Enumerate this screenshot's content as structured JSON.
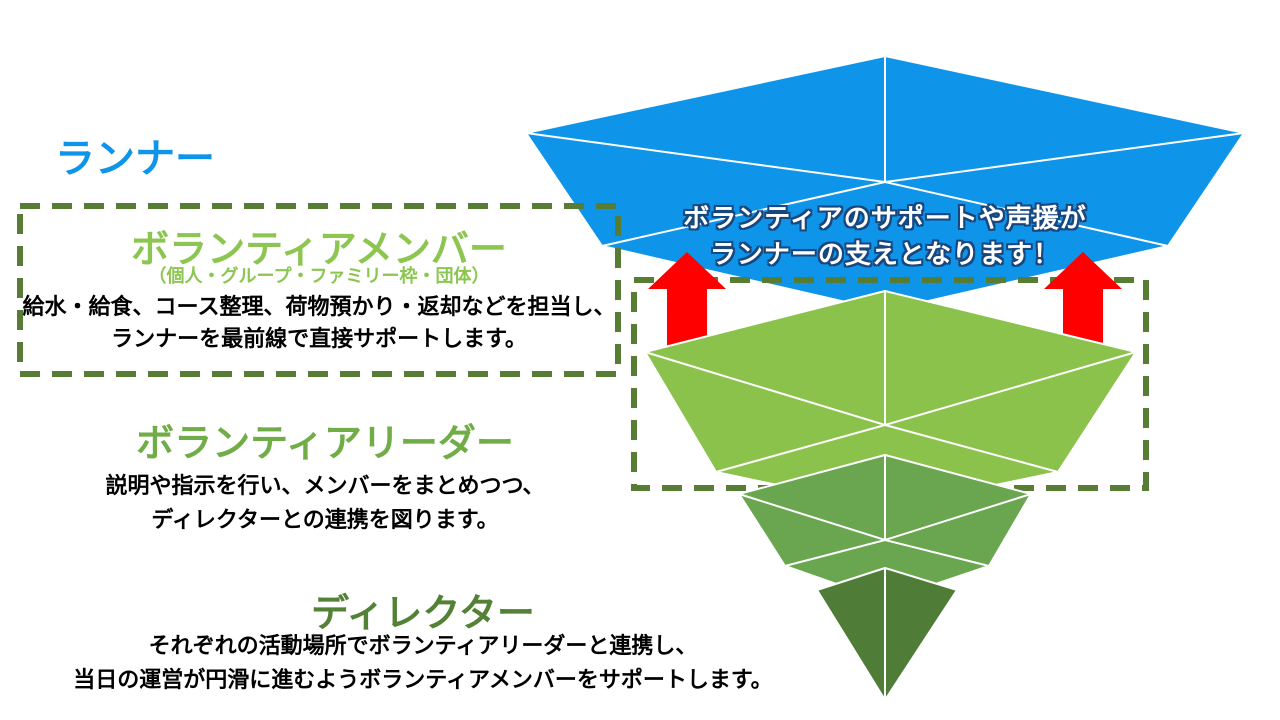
{
  "slide": {
    "labels": {
      "runner": "ランナー",
      "member_title": "ボランティアメンバー",
      "member_subtitle": "（個人・グループ・ファミリー枠・団体）",
      "member_desc1": "給水・給食、コース整理、荷物預かり・返却などを担当し、",
      "member_desc2": "ランナーを最前線で直接サポートします。",
      "leader_title": "ボランティアリーダー",
      "leader_desc1": "説明や指示を行い、メンバーをまとめつつ、",
      "leader_desc2": "ディレクターとの連携を図ります。",
      "director_title": "ディレクター",
      "director_desc1": "それぞれの活動場所でボランティアリーダーと連携し、",
      "director_desc2": "当日の運営が円滑に進むようボランティアメンバーをサポートします。",
      "caption_line1": "ボランティアのサポートや声援が",
      "caption_line2": "ランナーの支えとなります！"
    },
    "funnel_layers": [
      {
        "id": "runners",
        "label": "ランナー"
      },
      {
        "id": "members",
        "label": "ボランティアメンバー"
      },
      {
        "id": "leaders",
        "label": "ボランティアリーダー"
      },
      {
        "id": "directors",
        "label": "ディレクター"
      }
    ],
    "colors": {
      "blue": "#0e94e8",
      "light_green": "#8bc24b",
      "mid_green": "#6aa550",
      "dark_green": "#4f7c37",
      "heading_light_green": "#8cc651",
      "heading_mid_green": "#70ad47",
      "heading_dark_green": "#538135",
      "dash_green": "#567d33",
      "arrow_red": "#ff0000",
      "caption_outline": "#17477e",
      "text_black": "#000000"
    }
  }
}
